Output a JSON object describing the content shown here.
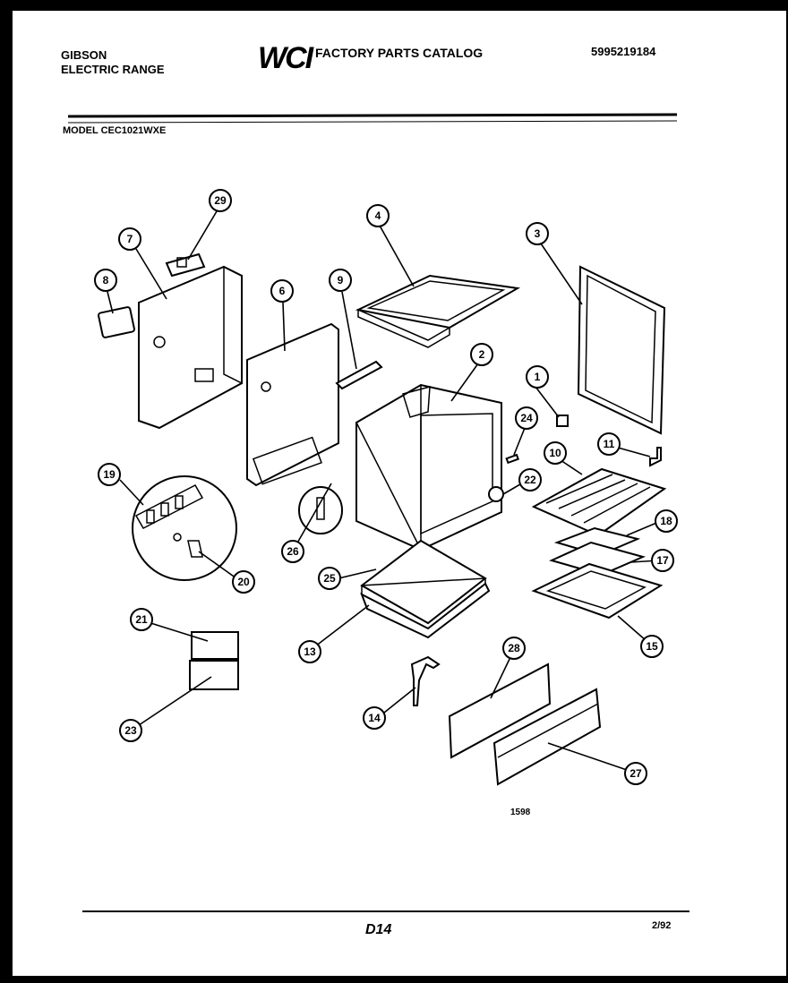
{
  "header": {
    "brand": "GIBSON",
    "product": "ELECTRIC RANGE",
    "logo": "WCI",
    "catalog_title": "FACTORY PARTS CATALOG",
    "part_number": "5995219184",
    "model": "MODEL CEC1021WXE"
  },
  "footer": {
    "drawing_number": "1598",
    "page": "D14",
    "date": "2/92"
  },
  "callouts": [
    {
      "id": "c1",
      "label": "1"
    },
    {
      "id": "c2",
      "label": "2"
    },
    {
      "id": "c3",
      "label": "3"
    },
    {
      "id": "c4",
      "label": "4"
    },
    {
      "id": "c6",
      "label": "6"
    },
    {
      "id": "c7",
      "label": "7"
    },
    {
      "id": "c8",
      "label": "8"
    },
    {
      "id": "c9",
      "label": "9"
    },
    {
      "id": "c10",
      "label": "10"
    },
    {
      "id": "c11",
      "label": "11"
    },
    {
      "id": "c13",
      "label": "13"
    },
    {
      "id": "c14",
      "label": "14"
    },
    {
      "id": "c15",
      "label": "15"
    },
    {
      "id": "c17",
      "label": "17"
    },
    {
      "id": "c18",
      "label": "18"
    },
    {
      "id": "c19",
      "label": "19"
    },
    {
      "id": "c20",
      "label": "20"
    },
    {
      "id": "c21",
      "label": "21"
    },
    {
      "id": "c22",
      "label": "22"
    },
    {
      "id": "c23",
      "label": "23"
    },
    {
      "id": "c24",
      "label": "24"
    },
    {
      "id": "c25",
      "label": "25"
    },
    {
      "id": "c26",
      "label": "26"
    },
    {
      "id": "c27",
      "label": "27"
    },
    {
      "id": "c28",
      "label": "28"
    },
    {
      "id": "c29",
      "label": "29"
    }
  ]
}
